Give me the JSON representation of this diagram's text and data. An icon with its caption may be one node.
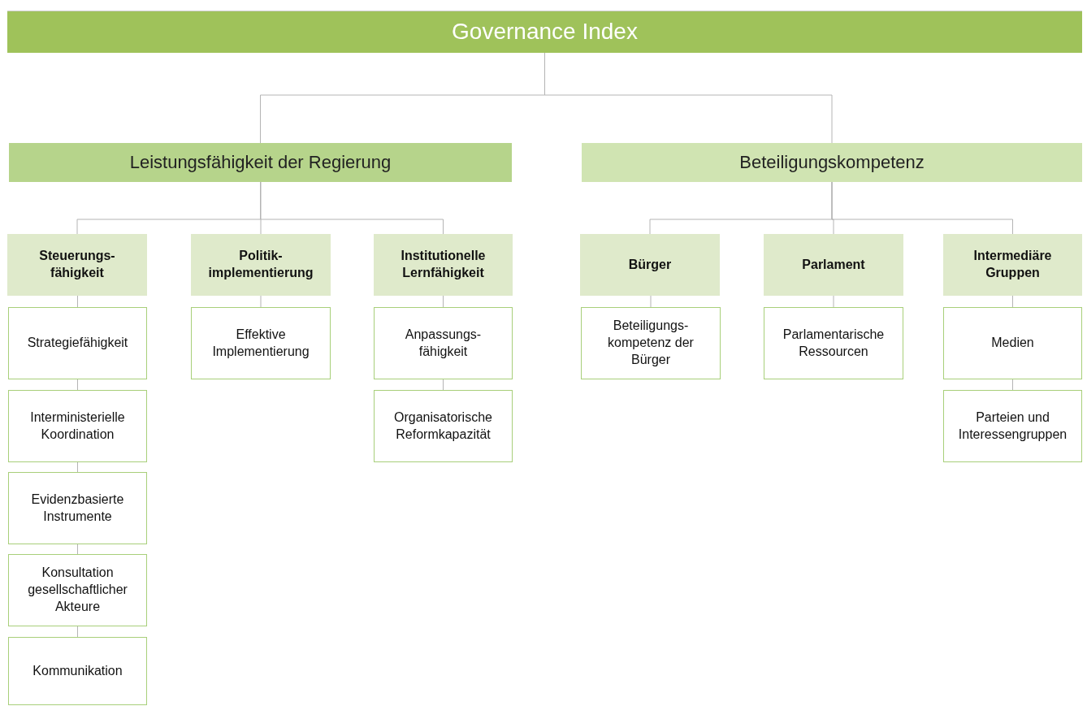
{
  "diagram": {
    "nodes": [
      {
        "text": [
          "Governance Index"
        ]
      },
      {
        "text": [
          "Leistungsfähigkeit der Regierung"
        ]
      },
      {
        "text": [
          "Beteiligungskompetenz"
        ]
      },
      {
        "text": [
          "Steuerungs- fähigkeit"
        ]
      },
      {
        "text": [
          "Politik- implementierung"
        ]
      },
      {
        "text": [
          "Institutionelle Lernfähigkeit"
        ]
      },
      {
        "text": [
          "Bürger"
        ]
      },
      {
        "text": [
          "Parlament"
        ]
      },
      {
        "text": [
          "Intermediäre Gruppen"
        ]
      },
      {
        "text": [
          "Strategiefähigkeit"
        ]
      },
      {
        "text": [
          "Interministerielle Koordination"
        ]
      },
      {
        "text": [
          "Evidenzbasierte Instrumente"
        ]
      },
      {
        "text": [
          "Konsultation gesellschaftlicher Akteure"
        ]
      },
      {
        "text": [
          "Kommunikation"
        ]
      },
      {
        "text": [
          "Effektive Implementierung"
        ]
      },
      {
        "text": [
          "Anpassungs- fähigkeit"
        ]
      },
      {
        "text": [
          "Organisatorische Reformkapazität"
        ]
      },
      {
        "text": [
          "Beteiligungs- kompetenz der Bürger"
        ]
      },
      {
        "text": [
          "Parlamentarische Ressourcen"
        ]
      },
      {
        "text": [
          "Medien"
        ]
      },
      {
        "text": [
          "Parteien und Interessengruppen"
        ]
      }
    ],
    "edges": [
      {
        "from": 0,
        "to": 1,
        "arrow": "none"
      },
      {
        "from": 0,
        "to": 2,
        "arrow": "none"
      },
      {
        "from": 1,
        "to": 3,
        "arrow": "none"
      },
      {
        "from": 1,
        "to": 4,
        "arrow": "none"
      },
      {
        "from": 1,
        "to": 5,
        "arrow": "none"
      },
      {
        "from": 2,
        "to": 6,
        "arrow": "none"
      },
      {
        "from": 2,
        "to": 7,
        "arrow": "none"
      },
      {
        "from": 2,
        "to": 8,
        "arrow": "none"
      },
      {
        "from": 3,
        "to": 9,
        "arrow": "none"
      },
      {
        "from": 9,
        "to": 10,
        "arrow": "none"
      },
      {
        "from": 10,
        "to": 11,
        "arrow": "none"
      },
      {
        "from": 11,
        "to": 12,
        "arrow": "none"
      },
      {
        "from": 12,
        "to": 13,
        "arrow": "none"
      },
      {
        "from": 4,
        "to": 14,
        "arrow": "none"
      },
      {
        "from": 5,
        "to": 15,
        "arrow": "none"
      },
      {
        "from": 15,
        "to": 16,
        "arrow": "none"
      },
      {
        "from": 6,
        "to": 17,
        "arrow": "none"
      },
      {
        "from": 7,
        "to": 18,
        "arrow": "none"
      },
      {
        "from": 8,
        "to": 19,
        "arrow": "none"
      },
      {
        "from": 19,
        "to": 20,
        "arrow": "none"
      }
    ]
  }
}
